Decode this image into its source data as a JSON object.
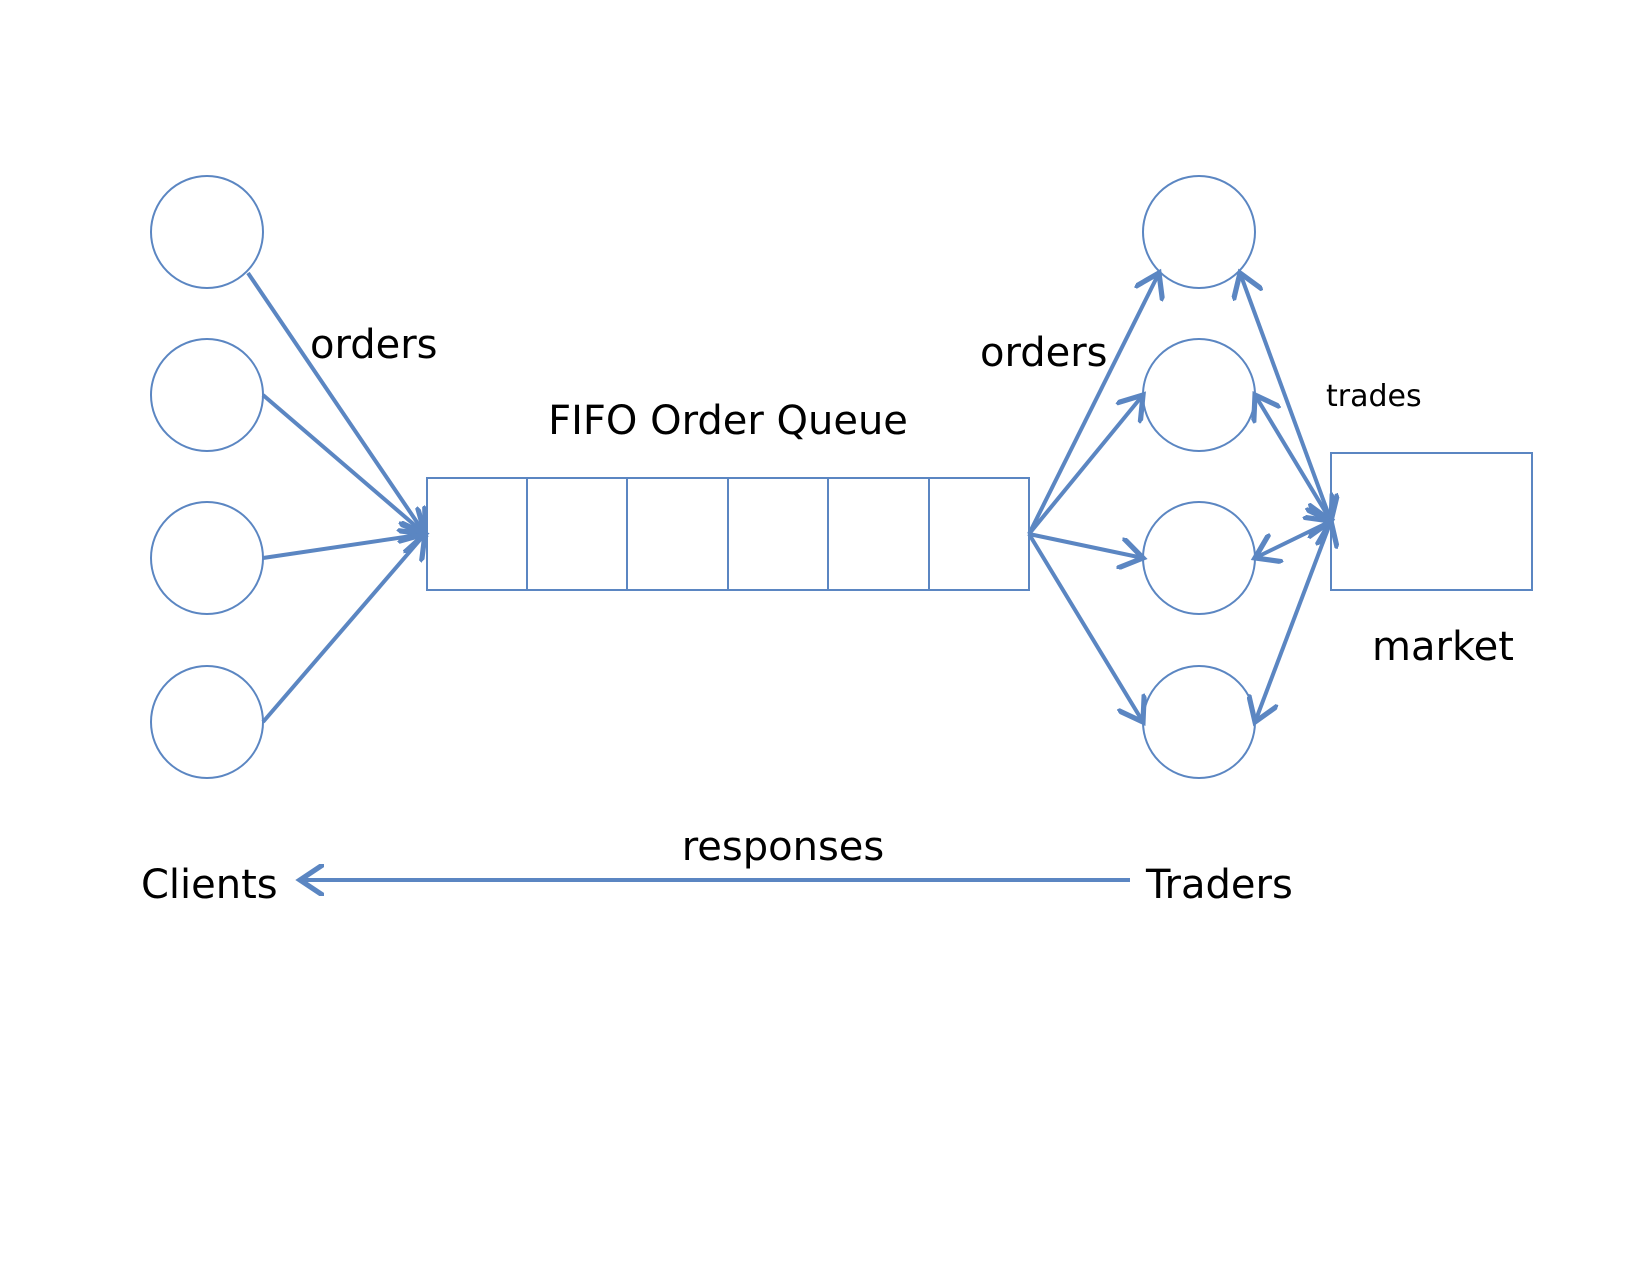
{
  "labels": {
    "orders_left": "orders",
    "orders_right": "orders",
    "queue_title": "FIFO Order Queue",
    "trades": "trades",
    "market": "market",
    "responses": "responses",
    "clients": "Clients",
    "traders": "Traders"
  },
  "colors": {
    "stroke": "#5b86c2",
    "text": "#000000",
    "background": "#ffffff"
  }
}
